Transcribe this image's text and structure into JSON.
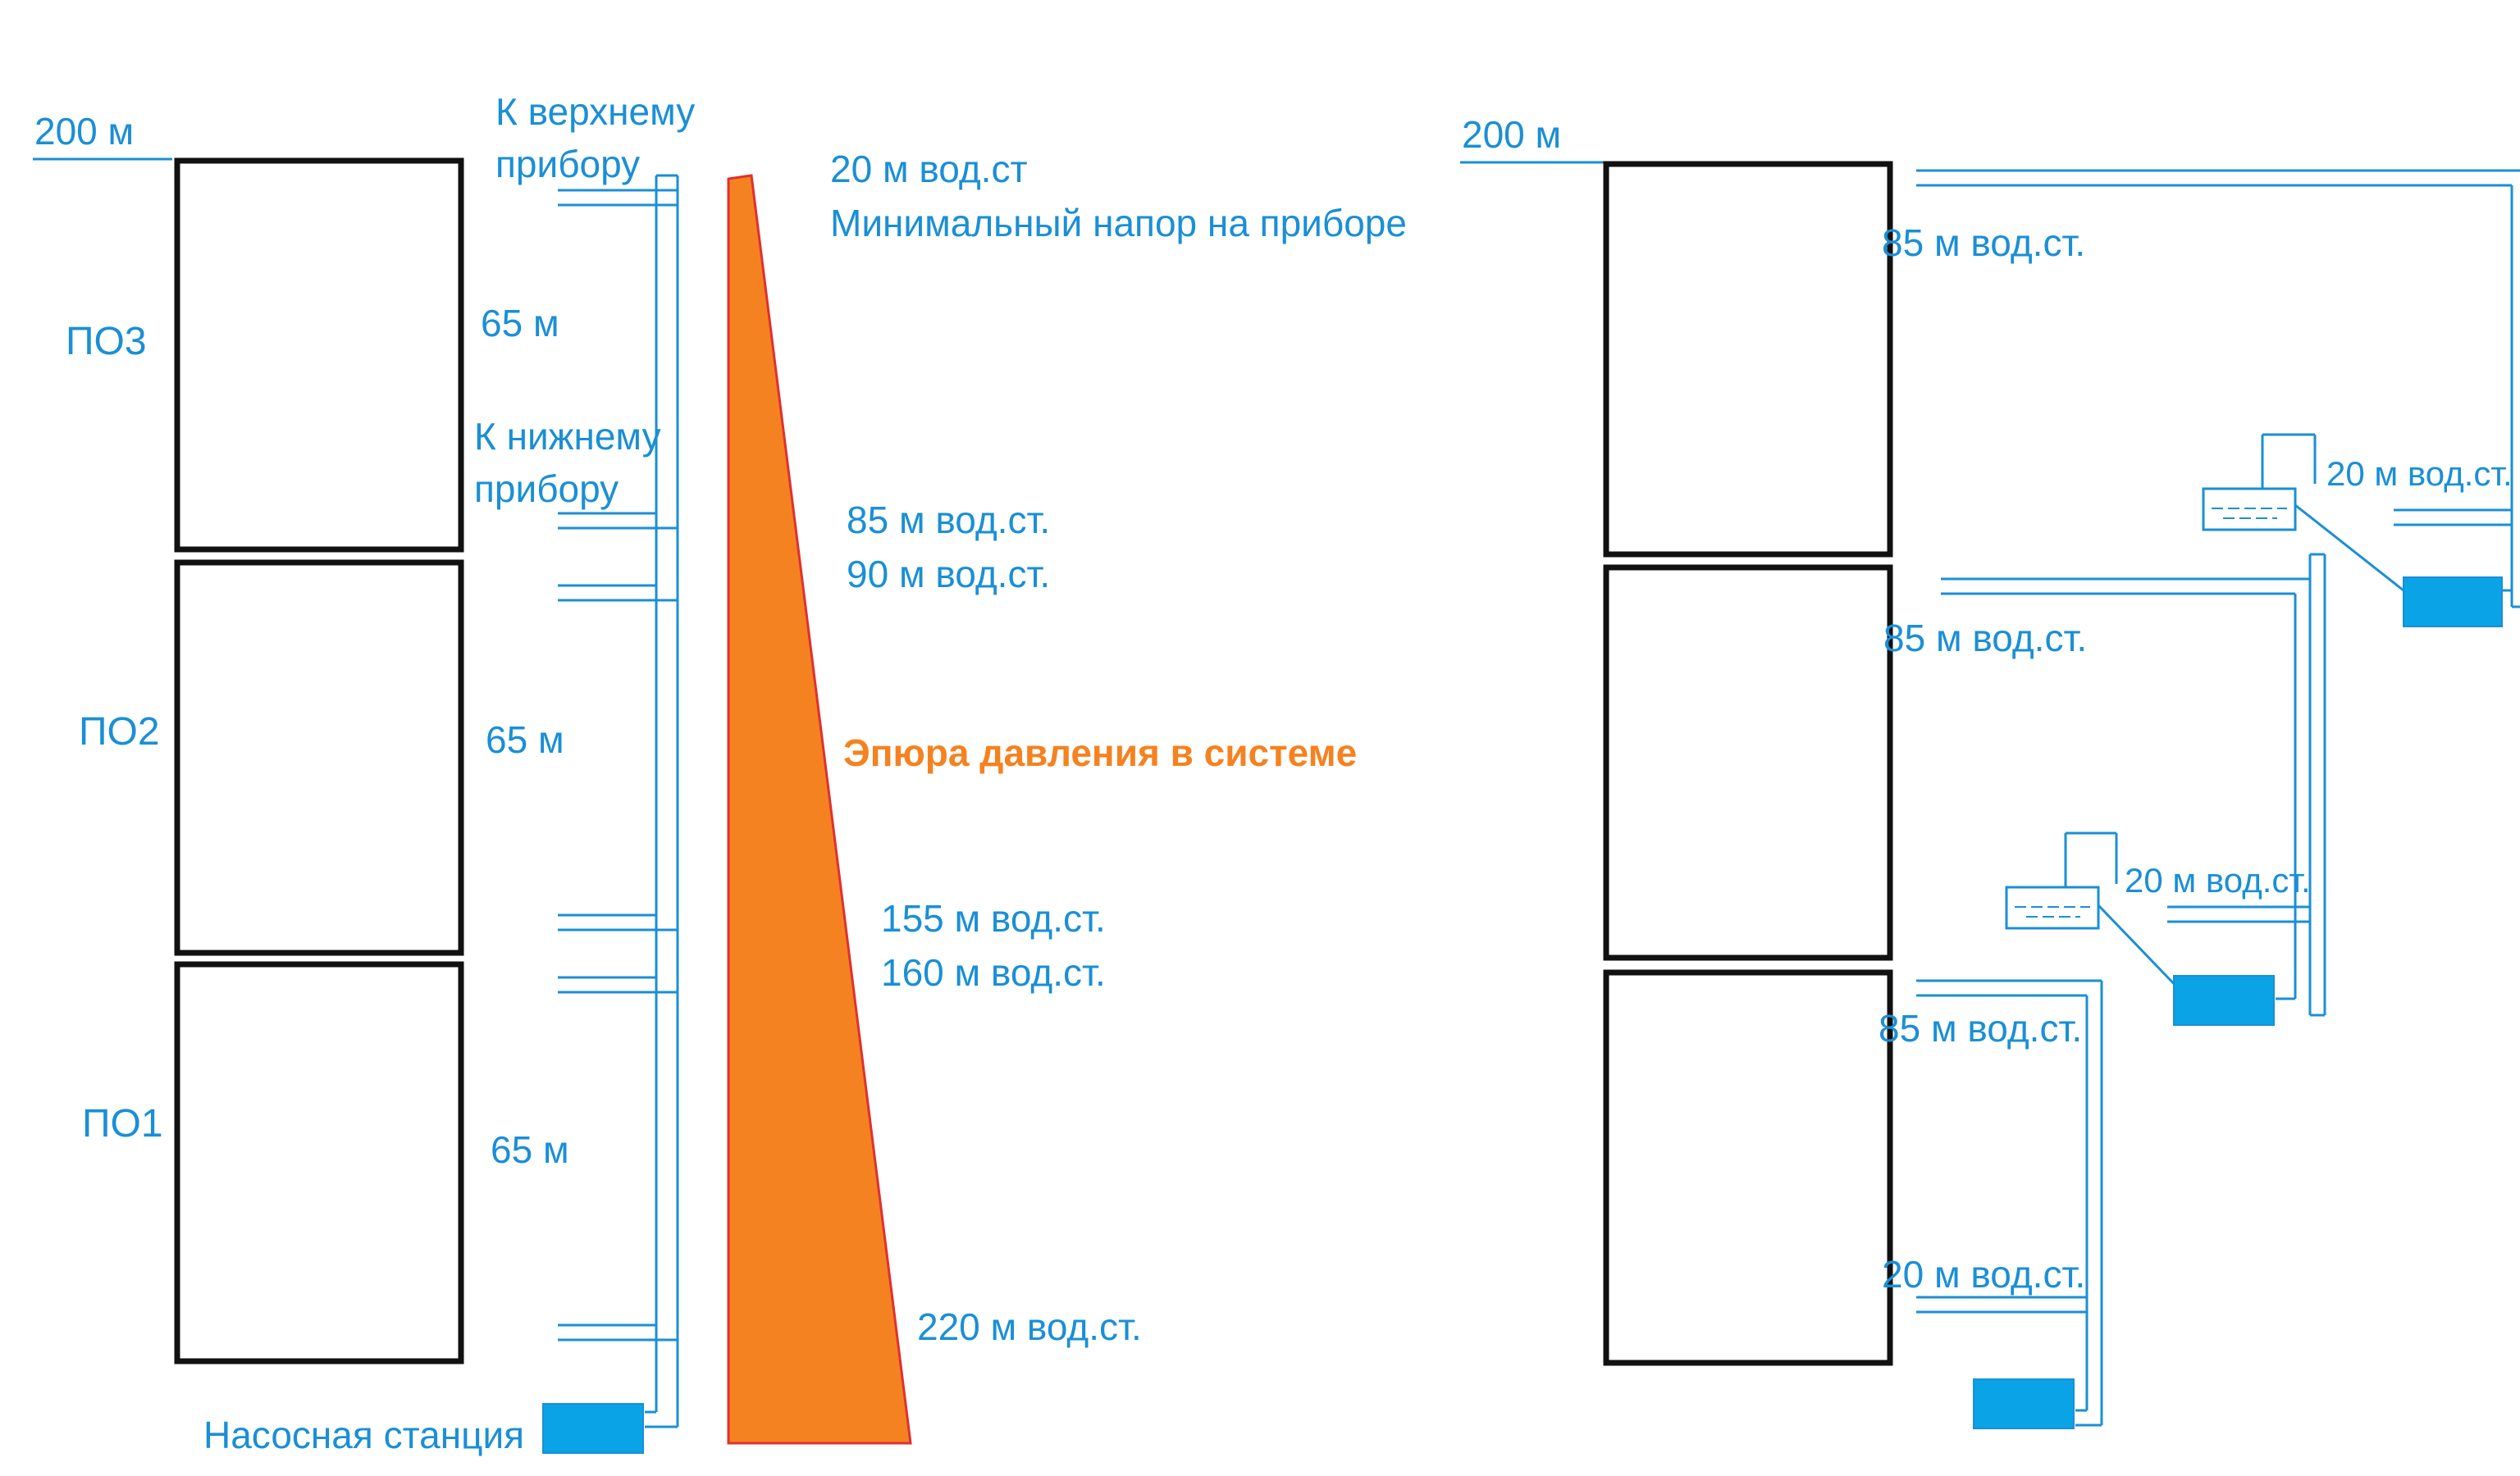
{
  "left": {
    "height_label": "200 м",
    "zones": [
      "ПО3",
      "ПО2",
      "ПО1"
    ],
    "floor_height_labels": [
      "65 м",
      "65 м",
      "65 м"
    ],
    "to_upper_device": [
      "К верхнему",
      "прибору"
    ],
    "to_lower_device": [
      "К нижнему",
      "прибору"
    ],
    "pump_station_label": "Насосная станция",
    "epure_label": "Эпюра давления в системе",
    "min_head": [
      "20 м вод.ст",
      "Минимальный напор на приборе"
    ],
    "pressure_labels": [
      "85 м вод.ст.",
      "90 м вод.ст.",
      "155 м вод.ст.",
      "160 м вод.ст.",
      "220 м вод.ст."
    ]
  },
  "right": {
    "height_label": "200 м",
    "pressure_labels": [
      "85 м вод.ст.",
      "85 м вод.ст.",
      "85 м вод.ст.",
      "20 м вод.ст."
    ],
    "tank_labels": [
      "20 м вод.ст.",
      "20 м вод.ст."
    ]
  },
  "colors": {
    "pipe": "#1a8fd6",
    "pump": "#0aa3e6",
    "epure_fill": "#f58220",
    "building": "#111111"
  }
}
